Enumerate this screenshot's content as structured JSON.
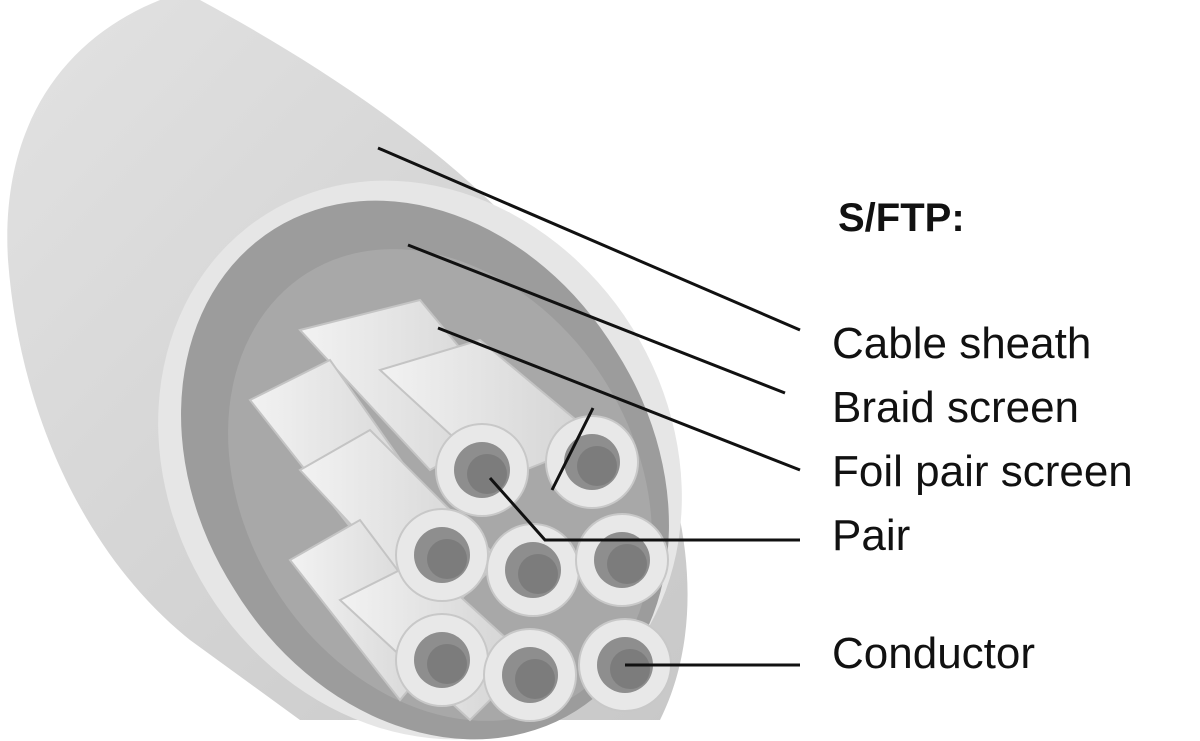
{
  "title": "S/FTP:",
  "labels": {
    "cable_sheath": "Cable sheath",
    "braid_screen": "Braid screen",
    "foil_pair_screen": "Foil pair screen",
    "pair": "Pair",
    "conductor": "Conductor"
  },
  "colors": {
    "sheath": "#d4d4d4",
    "braid": "#9c9c9c",
    "foil": "#e4e4e4",
    "conductor": "#8a8a8a",
    "leader_line": "#111111"
  }
}
